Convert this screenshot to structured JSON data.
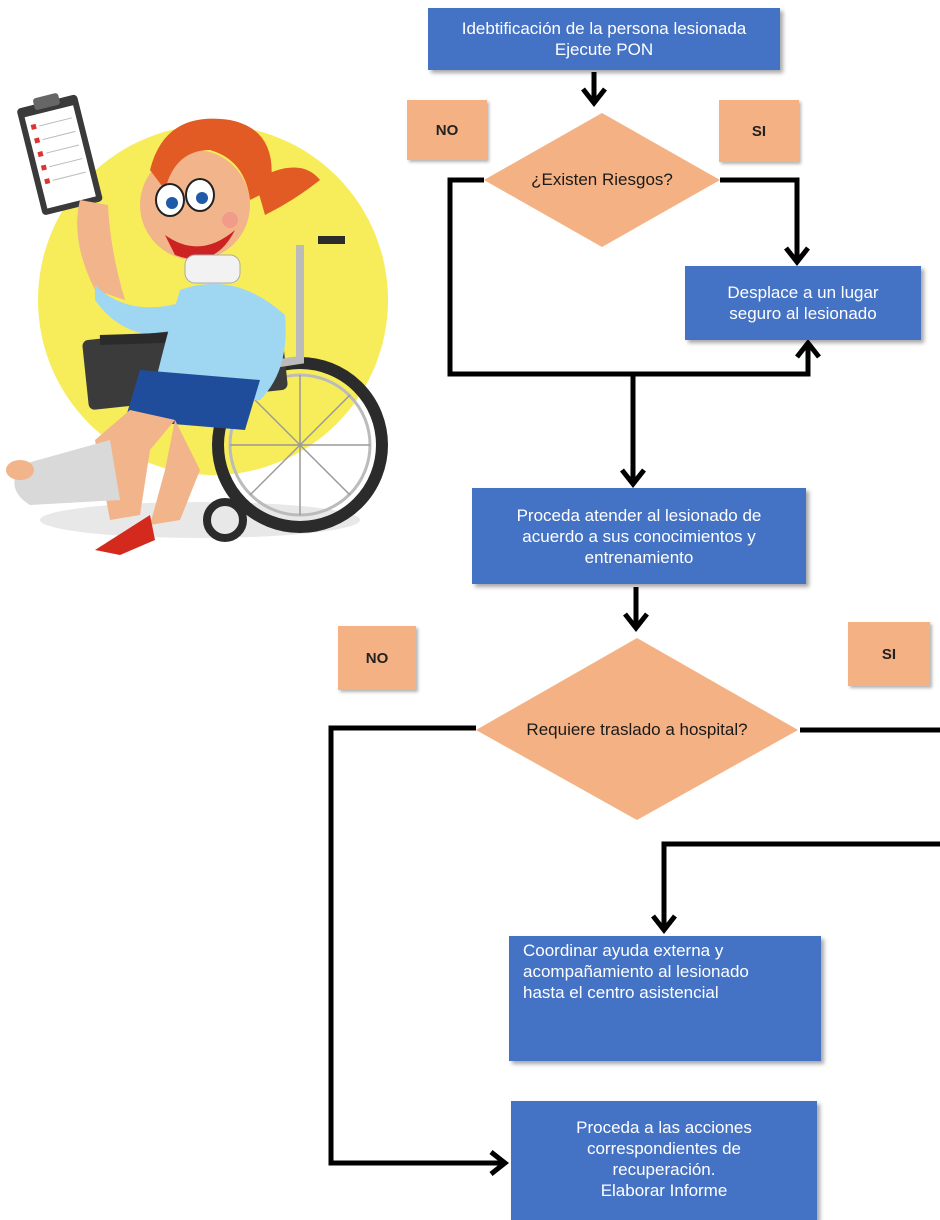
{
  "flow": {
    "step1": {
      "line1": "Idebtificación de la persona lesionada",
      "line2": "Ejecute PON"
    },
    "decision1": {
      "label": "¿Existen Riesgos?",
      "no": "NO",
      "si": "SI"
    },
    "step2": {
      "line1": "Desplace a un lugar",
      "line2": "seguro al lesionado"
    },
    "step3": {
      "line1": "Proceda atender al lesionado de",
      "line2": "acuerdo a sus conocimientos y",
      "line3": "entrenamiento"
    },
    "decision2": {
      "label": "Requiere traslado a hospital?",
      "no": "NO",
      "si": "SI"
    },
    "step4": {
      "line1": "Coordinar ayuda externa y",
      "line2": "acompañamiento al lesionado",
      "line3": "hasta el centro asistencial"
    },
    "step5": {
      "line1": "Proceda a las acciones",
      "line2": "correspondientes de",
      "line3": "recuperación.",
      "line4": "Elaborar Informe"
    }
  },
  "colors": {
    "box": "#4472c4",
    "decision": "#f4b183",
    "line": "#000000",
    "sun": "#f7ec5a"
  }
}
